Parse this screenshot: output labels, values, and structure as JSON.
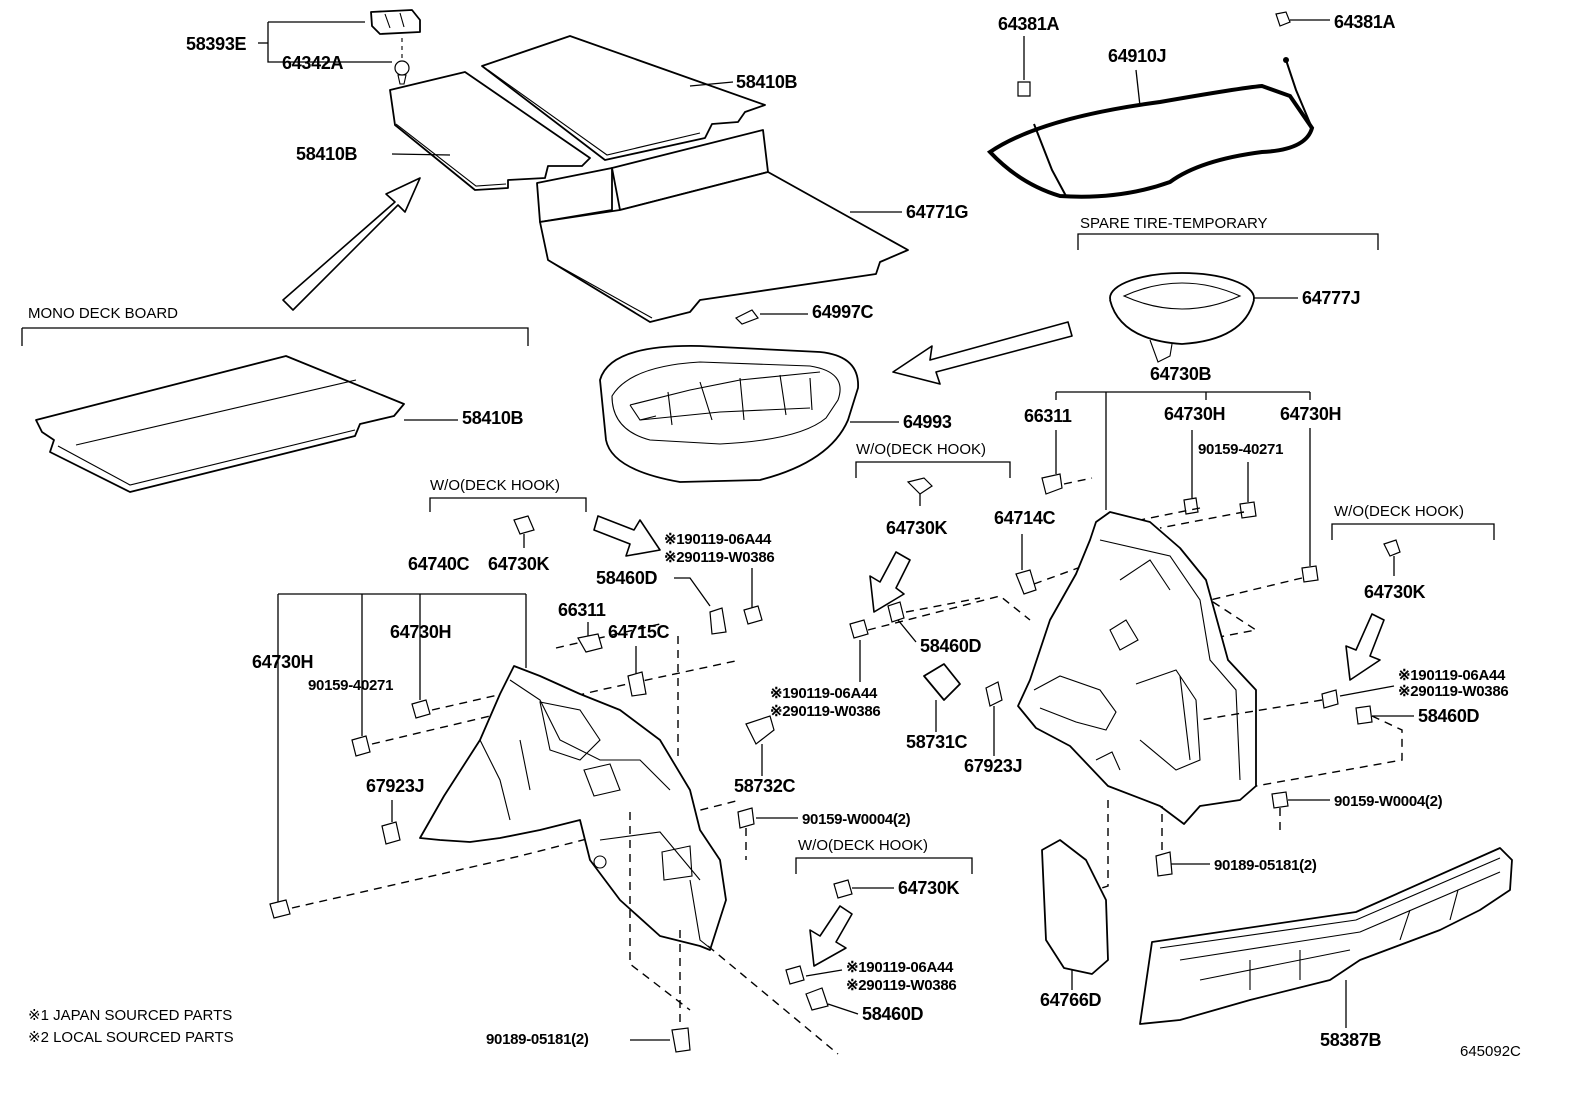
{
  "section_headers": {
    "mono_deck_board": "MONO DECK BOARD",
    "spare_tire": "SPARE TIRE-TEMPORARY",
    "wo_deck_hook": "W/O(DECK HOOK)"
  },
  "labels": {
    "p58393E": "58393E",
    "p64342A": "64342A",
    "p58410B_top": "58410B",
    "p58410B_left": "58410B",
    "p58410B_mono": "58410B",
    "p64771G": "64771G",
    "p64997C": "64997C",
    "p64993": "64993",
    "p64381A_left": "64381A",
    "p64381A_right": "64381A",
    "p64910J": "64910J",
    "p64777J": "64777J",
    "p64730B": "64730B",
    "p66311_r": "66311",
    "p64730H_r1": "64730H",
    "p64730H_r2": "64730H",
    "p90159_40271_r": "90159-40271",
    "p64714C": "64714C",
    "p64730K_mid": "64730K",
    "p58460D_mid": "58460D",
    "p9011906A44_mid": "※190119-06A44",
    "p90119W0386_mid": "※290119-W0386",
    "p58731C": "58731C",
    "p67923J_r": "67923J",
    "p64730K_r": "64730K",
    "p9011906A44_r": "※190119-06A44",
    "p90119W0386_r": "※290119-W0386",
    "p58460D_r": "58460D",
    "p90159W0004_r": "90159-W0004(2)",
    "p90189_05181_r": "90189-05181(2)",
    "p64766D": "64766D",
    "p58387B": "58387B",
    "p64740C": "64740C",
    "p64730K_l": "64730K",
    "p9011906A44_l": "※190119-06A44",
    "p90119W0386_l": "※290119-W0386",
    "p58460D_l": "58460D",
    "p66311_l": "66311",
    "p64715C": "64715C",
    "p64730H_l1": "64730H",
    "p64730H_l2": "64730H",
    "p90159_40271_l": "90159-40271",
    "p67923J_l": "67923J",
    "p58732C": "58732C",
    "p90159W0004_l": "90159-W0004(2)",
    "p64730K_b": "64730K",
    "p9011906A44_b": "※190119-06A44",
    "p90119W0386_b": "※290119-W0386",
    "p58460D_b": "58460D",
    "p90189_05181_b": "90189-05181(2)"
  },
  "notes": {
    "note1": "※1 JAPAN SOURCED PARTS",
    "note2": "※2 LOCAL SOURCED PARTS"
  },
  "diagram_code": "645092C"
}
